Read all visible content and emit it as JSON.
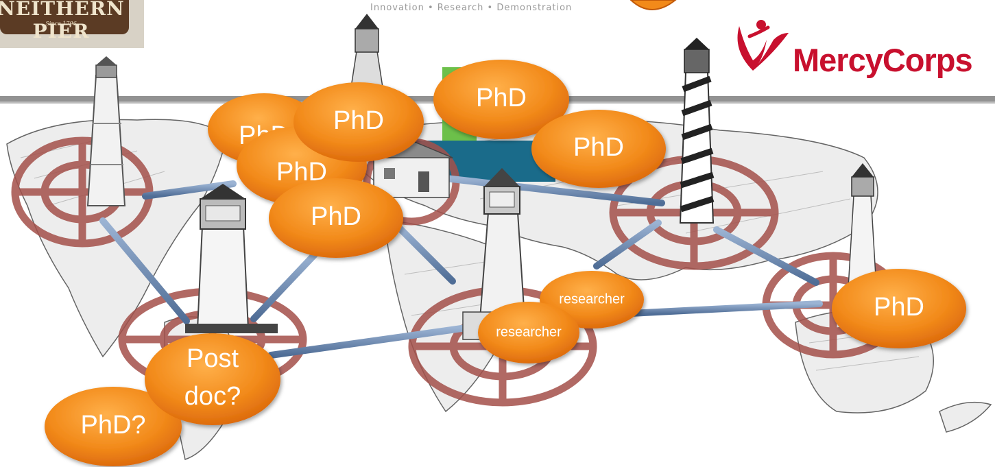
{
  "tagline": "Innovation • Research • Demonstration",
  "logo_top_left": {
    "text": "NEITHERN PIER",
    "since": "Since 1796"
  },
  "logo_mercycorps": {
    "text": "MercyCorps",
    "color": "#c8102e"
  },
  "colors": {
    "bubble": "#f28a1a",
    "bubble_dark": "#d9650b",
    "target": "#a4504a",
    "connector": "#6a86ad",
    "band": "#1a6b8a",
    "band_green": "#6cc04a"
  },
  "bubbles": [
    {
      "id": "phd-1",
      "label": "PhD"
    },
    {
      "id": "phd-2",
      "label": "PhD"
    },
    {
      "id": "phd-3",
      "label": "PhD"
    },
    {
      "id": "phd-4",
      "label": "PhD"
    },
    {
      "id": "phd-5",
      "label": "PhD"
    },
    {
      "id": "phd-6",
      "label": "PhD"
    },
    {
      "id": "phd-7",
      "label": "PhD"
    },
    {
      "id": "researcher-1",
      "label": "researcher"
    },
    {
      "id": "researcher-2",
      "label": "researcher"
    },
    {
      "id": "postdoc",
      "label1": "Post",
      "label2": "doc?"
    },
    {
      "id": "phd-q",
      "label": "PhD?"
    }
  ]
}
